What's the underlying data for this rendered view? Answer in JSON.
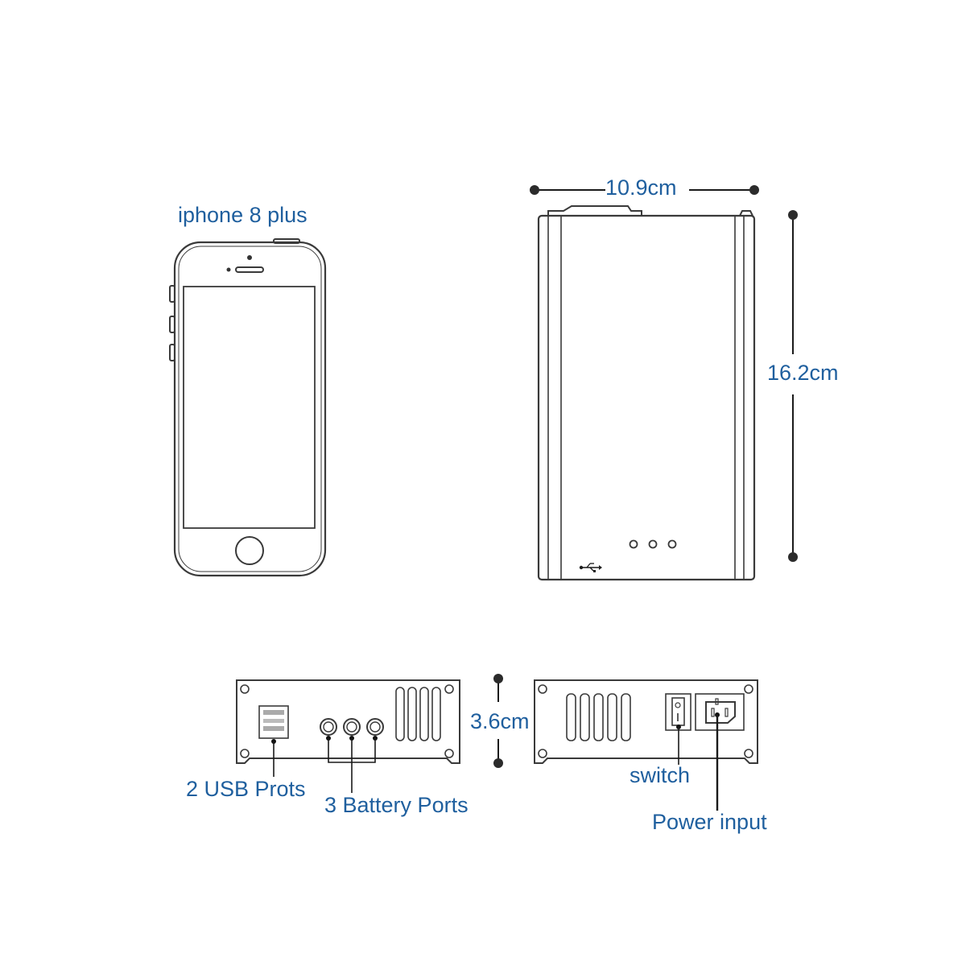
{
  "labels": {
    "phone": "iphone 8 plus",
    "width": "10.9cm",
    "height": "16.2cm",
    "depth": "3.6cm",
    "usb_ports": "2 USB Prots",
    "battery_ports": "3 Battery Ports",
    "switch": "switch",
    "power_input": "Power input"
  },
  "colors": {
    "label_text": "#1f5f9e",
    "outline": "#3a3a3a",
    "marker": "#2b2b2b"
  },
  "icons": [
    "usb-icon",
    "power-socket-icon",
    "rocker-switch-icon"
  ]
}
